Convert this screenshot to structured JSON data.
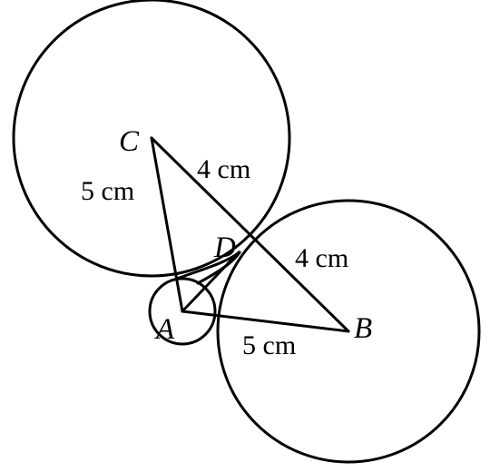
{
  "points": {
    "A": "A",
    "B": "B",
    "C": "C",
    "D": "D"
  },
  "lengths": {
    "CA": "5 cm",
    "CD": "4 cm",
    "DB": "4 cm",
    "AB": "5 cm"
  },
  "colors": {
    "stroke": "#000000",
    "background": "#ffffff"
  }
}
